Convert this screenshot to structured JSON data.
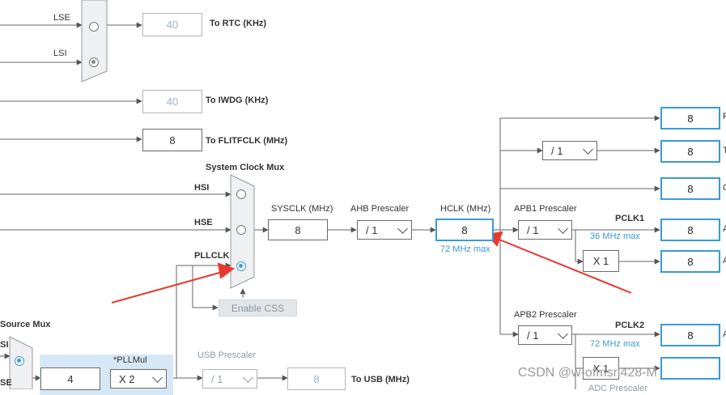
{
  "rtc": {
    "lse_label": "LSE",
    "lsi_label": "LSI",
    "value": "40",
    "out_label": "To RTC (KHz)"
  },
  "iwdg": {
    "value": "40",
    "out_label": "To IWDG (KHz)"
  },
  "flitf": {
    "value": "8",
    "out_label": "To FLITFCLK (MHz)"
  },
  "sysmux": {
    "title": "System Clock Mux",
    "hsi": "HSI",
    "hse": "HSE",
    "pllclk": "PLLCLK",
    "selected": "PLLCLK"
  },
  "sysclk": {
    "label": "SYSCLK (MHz)",
    "value": "8"
  },
  "ahb": {
    "label": "AHB Prescaler",
    "value": "/ 1"
  },
  "hclk": {
    "label": "HCLK (MHz)",
    "value": "8",
    "max": "72 MHz max"
  },
  "apb1": {
    "label": "APB1 Prescaler",
    "value": "/ 1",
    "pclk": "PCLK1",
    "max": "36 MHz max",
    "timer_mult": "X 1"
  },
  "apb2": {
    "label": "APB2 Prescaler",
    "value": "/ 1",
    "pclk": "PCLK2",
    "max": "72 MHz max",
    "timer_mult": "X 1",
    "next_label": "ADC Prescaler"
  },
  "div_top": {
    "value": "/ 1"
  },
  "outputs": [
    "8",
    "8",
    "8",
    "8",
    "8",
    "8"
  ],
  "right_letters": [
    "F",
    "T",
    "C",
    "A",
    "A",
    "A"
  ],
  "enable_css": "Enable CSS",
  "pll_source": {
    "title": "Source Mux",
    "hsi_partial": "SI",
    "hse_partial": "SE"
  },
  "pll": {
    "value": "4",
    "mul_label": "*PLLMul",
    "mul_value": "X 2"
  },
  "usb": {
    "label": "USB Prescaler",
    "value": "/ 1",
    "out_value": "8",
    "out_label": "To USB (MHz)"
  },
  "watermark": "CSDN @w-ofmsri428-M"
}
